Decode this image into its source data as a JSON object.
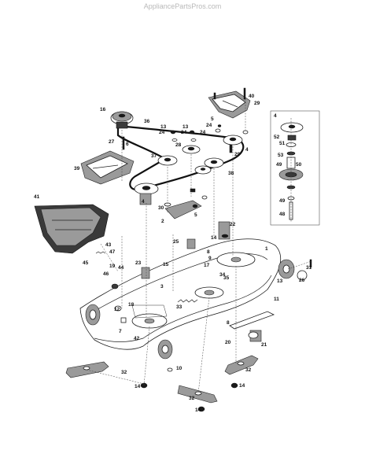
{
  "watermark": "AppliancePartsPros.com",
  "callouts": [
    {
      "id": "c1",
      "text": "1"
    },
    {
      "id": "c2",
      "text": "2"
    },
    {
      "id": "c3",
      "text": "3"
    },
    {
      "id": "c4a",
      "text": "4"
    },
    {
      "id": "c4b",
      "text": "4"
    },
    {
      "id": "c4c",
      "text": "4"
    },
    {
      "id": "c5a",
      "text": "5"
    },
    {
      "id": "c5b",
      "text": "5"
    },
    {
      "id": "c6",
      "text": "6"
    },
    {
      "id": "c7",
      "text": "7"
    },
    {
      "id": "c8a",
      "text": "8"
    },
    {
      "id": "c8b",
      "text": "8"
    },
    {
      "id": "c9",
      "text": "9"
    },
    {
      "id": "c10",
      "text": "10"
    },
    {
      "id": "c11",
      "text": "11"
    },
    {
      "id": "c12",
      "text": "12"
    },
    {
      "id": "c13a",
      "text": "13"
    },
    {
      "id": "c13b",
      "text": "13"
    },
    {
      "id": "c13c",
      "text": "13"
    },
    {
      "id": "c14a",
      "text": "14"
    },
    {
      "id": "c14b",
      "text": "14"
    },
    {
      "id": "c14c",
      "text": "14"
    },
    {
      "id": "c14d",
      "text": "14"
    },
    {
      "id": "c15",
      "text": "15"
    },
    {
      "id": "c16",
      "text": "16"
    },
    {
      "id": "c17",
      "text": "17"
    },
    {
      "id": "c18",
      "text": "18"
    },
    {
      "id": "c19",
      "text": "19"
    },
    {
      "id": "c20",
      "text": "20"
    },
    {
      "id": "c21",
      "text": "21"
    },
    {
      "id": "c22",
      "text": "22"
    },
    {
      "id": "c23",
      "text": "23"
    },
    {
      "id": "c24a",
      "text": "24"
    },
    {
      "id": "c24b",
      "text": "24"
    },
    {
      "id": "c24c",
      "text": "24"
    },
    {
      "id": "c25",
      "text": "25"
    },
    {
      "id": "c26",
      "text": "26"
    },
    {
      "id": "c27",
      "text": "27"
    },
    {
      "id": "c28",
      "text": "28"
    },
    {
      "id": "c29",
      "text": "29"
    },
    {
      "id": "c30",
      "text": "30"
    },
    {
      "id": "c31",
      "text": "31"
    },
    {
      "id": "c32a",
      "text": "32"
    },
    {
      "id": "c32b",
      "text": "32"
    },
    {
      "id": "c32c",
      "text": "32"
    },
    {
      "id": "c33",
      "text": "33"
    },
    {
      "id": "c34",
      "text": "34"
    },
    {
      "id": "c35",
      "text": "35"
    },
    {
      "id": "c36",
      "text": "36"
    },
    {
      "id": "c37",
      "text": "37"
    },
    {
      "id": "c38",
      "text": "38"
    },
    {
      "id": "c39",
      "text": "39"
    },
    {
      "id": "c40",
      "text": "40"
    },
    {
      "id": "c41",
      "text": "41"
    },
    {
      "id": "c42",
      "text": "42"
    },
    {
      "id": "c43",
      "text": "43"
    },
    {
      "id": "c44",
      "text": "44"
    },
    {
      "id": "c45",
      "text": "45"
    },
    {
      "id": "c46",
      "text": "46"
    },
    {
      "id": "c47",
      "text": "47"
    },
    {
      "id": "c48",
      "text": "48"
    },
    {
      "id": "c49a",
      "text": "49"
    },
    {
      "id": "c49b",
      "text": "49"
    },
    {
      "id": "c50",
      "text": "50"
    },
    {
      "id": "c51",
      "text": "51"
    },
    {
      "id": "c52",
      "text": "52"
    },
    {
      "id": "c53",
      "text": "53"
    },
    {
      "id": "c24d",
      "text": "24"
    },
    {
      "id": "c29b",
      "text": "29"
    }
  ]
}
